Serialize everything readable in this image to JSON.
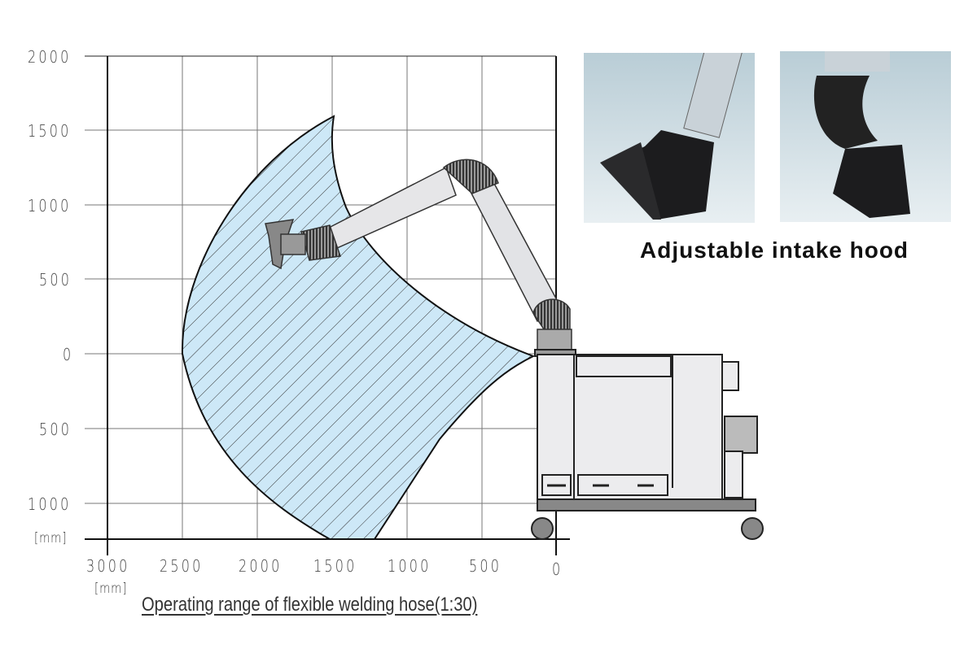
{
  "diagram": {
    "y_tick_labels": [
      "2000",
      "1500",
      "1000",
      "500",
      "0",
      "500",
      "1000"
    ],
    "y_unit": "[mm]",
    "x_tick_labels": [
      "3000",
      "2500",
      "2000",
      "1500",
      "1000",
      "500",
      "0"
    ],
    "x_unit": "[mm]",
    "caption": "Operating range of flexible welding hose(1:30)",
    "range_fill_color": "#cde8f7"
  },
  "photos": {
    "title": "Adjustable intake hood"
  }
}
